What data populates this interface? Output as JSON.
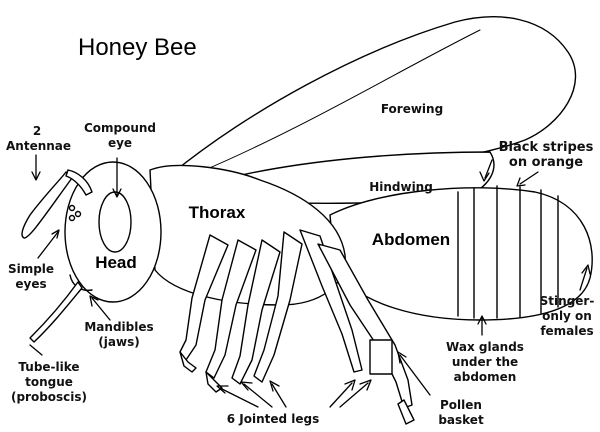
{
  "title": "Honey Bee",
  "labels": {
    "antennae": [
      "2",
      "Antennae"
    ],
    "compound_eye": [
      "Compound",
      "eye"
    ],
    "simple_eyes": [
      "Simple",
      "eyes"
    ],
    "head": "Head",
    "thorax": "Thorax",
    "abdomen": "Abdomen",
    "forewing": "Forewing",
    "hindwing": "Hindwing",
    "black_stripes": [
      "Black stripes",
      "on orange"
    ],
    "mandibles": [
      "Mandibles",
      "(jaws)"
    ],
    "tongue": [
      "Tube-like",
      "tongue",
      "(proboscis)"
    ],
    "legs": "6 Jointed legs",
    "wax_glands": [
      "Wax glands",
      "under the",
      "abdomen"
    ],
    "pollen_basket": [
      "Pollen",
      "basket"
    ],
    "stinger": [
      "Stinger-",
      "only on",
      "females"
    ]
  }
}
